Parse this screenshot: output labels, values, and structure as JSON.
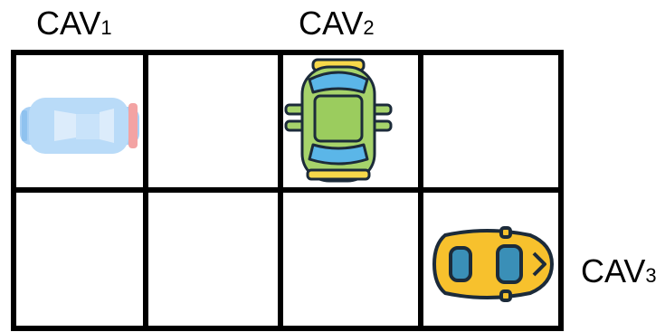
{
  "labels": {
    "cav1": {
      "main": "CAV",
      "sub": "1"
    },
    "cav2": {
      "main": "CAV",
      "sub": "2"
    },
    "cav3": {
      "main": "CAV",
      "sub": "3"
    }
  },
  "grid": {
    "rows": 2,
    "cols": 4
  },
  "vehicles": [
    {
      "id": "cav1",
      "icon": "blue-car-icon",
      "row": 1,
      "col": 1,
      "heading": "right",
      "color": "#a8d0f5"
    },
    {
      "id": "cav2",
      "icon": "green-car-icon",
      "row": 1,
      "col": 3,
      "heading": "up",
      "color": "#a6d36b"
    },
    {
      "id": "cav3",
      "icon": "yellow-car-icon",
      "row": 2,
      "col": 4,
      "heading": "right",
      "color": "#f7c12d"
    }
  ]
}
